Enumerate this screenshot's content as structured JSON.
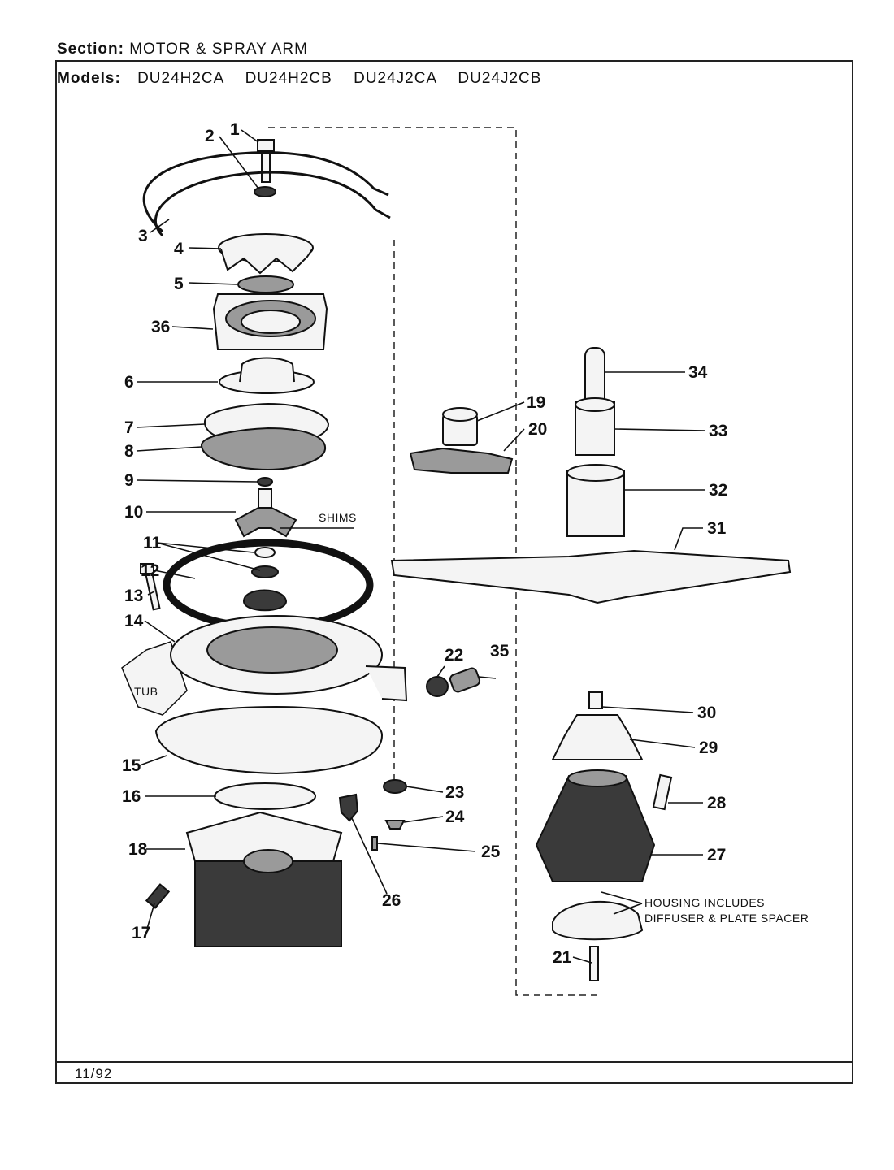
{
  "header": {
    "section_label": "Section:",
    "section_value": "MOTOR & SPRAY ARM",
    "models_label": "Models:",
    "models": [
      "DU24H2CA",
      "DU24H2CB",
      "DU24J2CA",
      "DU24J2CB"
    ]
  },
  "footer": {
    "date": "11/92"
  },
  "callouts": [
    "1",
    "2",
    "3",
    "4",
    "5",
    "36",
    "6",
    "7",
    "8",
    "9",
    "10",
    "11",
    "12",
    "13",
    "14",
    "15",
    "16",
    "17",
    "18",
    "19",
    "20",
    "21",
    "22",
    "23",
    "24",
    "25",
    "26",
    "27",
    "28",
    "29",
    "30",
    "31",
    "32",
    "33",
    "34",
    "35"
  ],
  "notes": {
    "shims": "SHIMS",
    "tub": "TUB",
    "housing_line1": "HOUSING INCLUDES",
    "housing_line2": "DIFFUSER & PLATE SPACER"
  }
}
